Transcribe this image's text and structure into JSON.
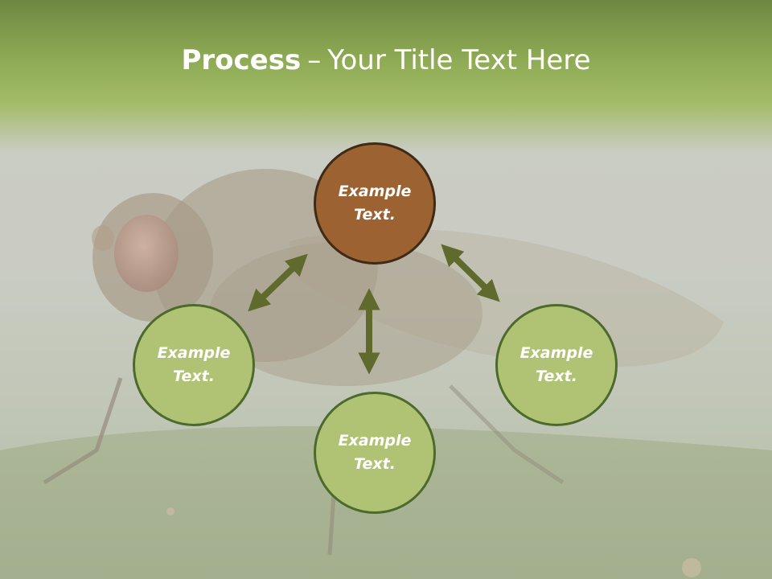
{
  "title": {
    "bold_part": "Process",
    "dash": "–",
    "rest": "Your Title Text Here"
  },
  "nodes": {
    "center": "Example Text.",
    "left": "Example Text.",
    "right": "Example Text.",
    "bottom": "Example Text."
  },
  "colors": {
    "header_green": "#8fab55",
    "center_fill": "#9c6232",
    "node_fill": "#b0c374",
    "node_border": "#4d6a2c",
    "arrow": "#5f6a2c"
  }
}
